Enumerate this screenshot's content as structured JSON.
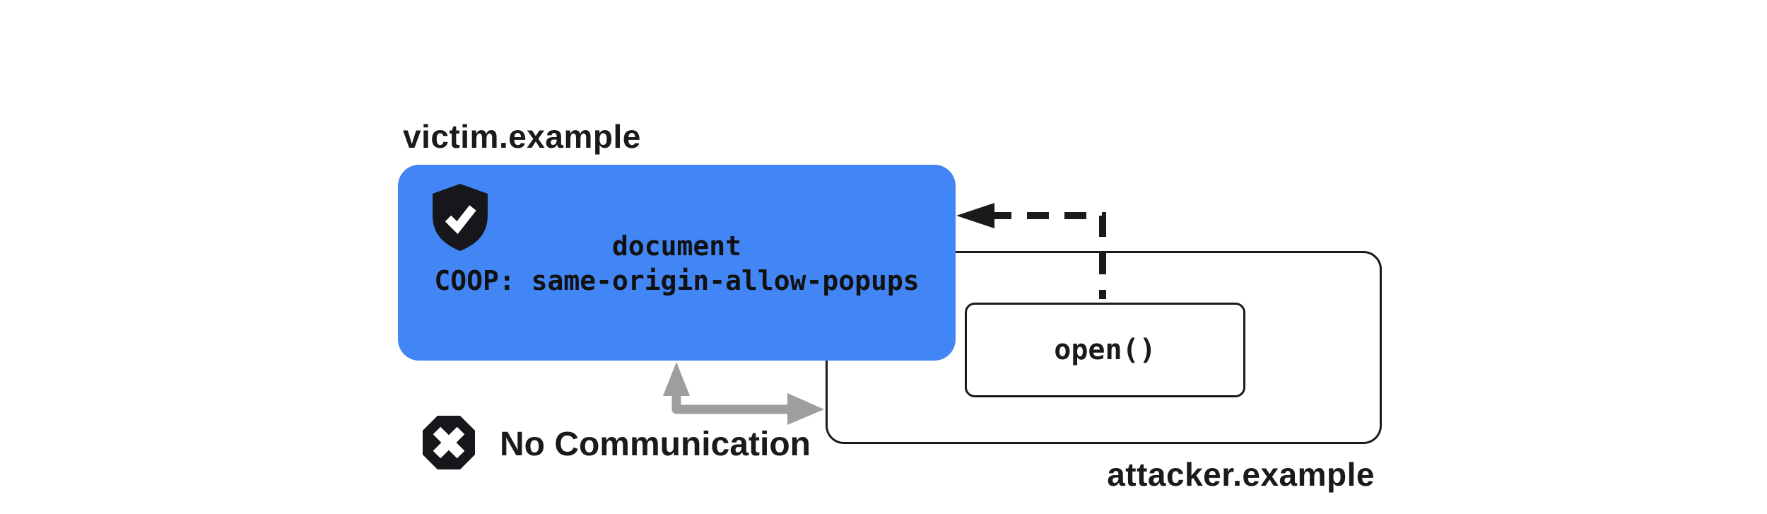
{
  "diagram": {
    "title_context": "COOP same-origin-allow-popups popup isolation diagram",
    "victim": {
      "label": "victim.example",
      "box_line1": "document",
      "box_line2": "COOP: same-origin-allow-popups",
      "icon": "shield-check-icon"
    },
    "attacker": {
      "label": "attacker.example",
      "open_call_label": "open()"
    },
    "no_communication": {
      "label": "No Communication",
      "icon": "x-octagon-icon"
    },
    "arrows": {
      "open_arrow": "dashed black arrow from open() box to victim document",
      "blocked_arrow": "gray L-shaped arrow between victim document and attacker frame"
    },
    "colors": {
      "victim_box_fill": "#4285F4",
      "ink": "#1a1a1a",
      "blocked_arrow_gray": "#9e9e9e",
      "background": "#ffffff"
    }
  }
}
